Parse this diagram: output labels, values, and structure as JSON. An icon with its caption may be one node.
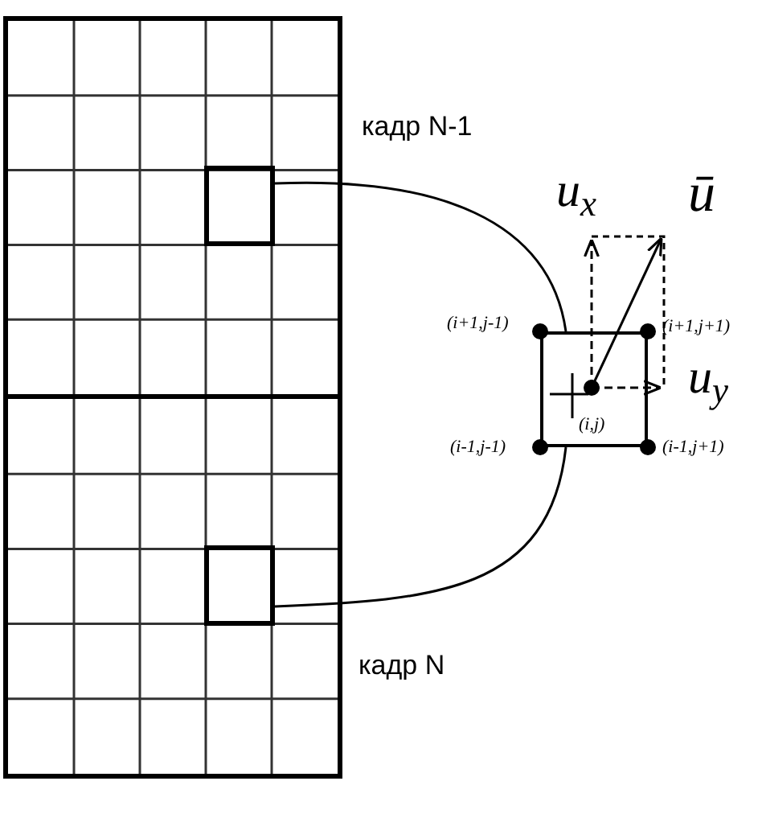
{
  "diagram": {
    "nodes": [
      {
        "text": [],
        "shape": "box",
        "beside": [
          "кадр N-1"
        ]
      },
      {
        "text": [],
        "shape": "box",
        "in": 0
      },
      {
        "text": [],
        "shape": "box",
        "beside": [
          "кадр N"
        ]
      },
      {
        "text": [],
        "shape": "box",
        "in": 2
      },
      {
        "text": [
          "(i,j)"
        ]
      }
    ],
    "edges": [
      {
        "from": 1,
        "to": 4,
        "arrow": "none"
      },
      {
        "from": 3,
        "to": 4,
        "arrow": "none"
      }
    ],
    "labels": [
      "u$_{x}$",
      "ū",
      "(i+1,j-1)",
      "(i+1,j+1)",
      "u$_{y}$",
      "(i-1,j-1)",
      "(i-1,j+1)"
    ]
  }
}
